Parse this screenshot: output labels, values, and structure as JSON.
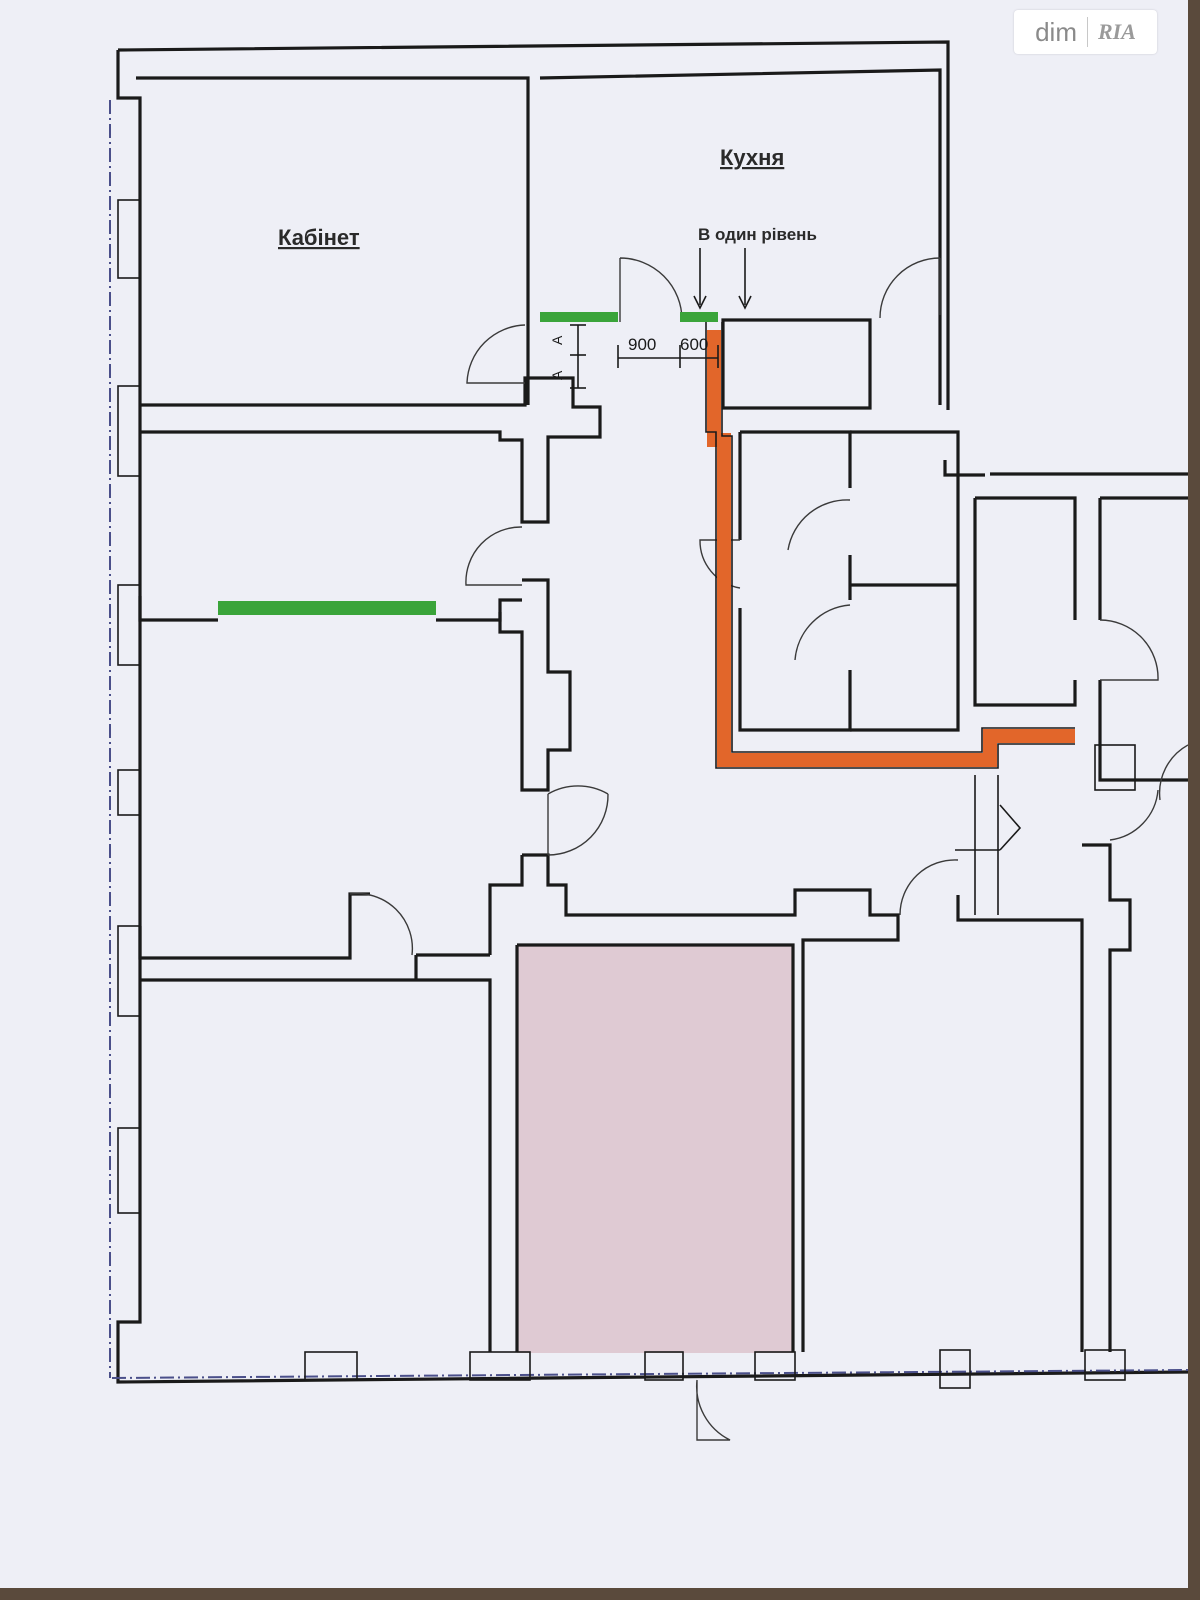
{
  "watermark": {
    "text": "dim",
    "brand": "RIA"
  },
  "labels": {
    "office": "Кабінет",
    "kitchen": "Кухня",
    "level_note": "В один рівень",
    "dim_900": "900",
    "dim_600": "600",
    "mark_a1": "A",
    "mark_a2": "A"
  },
  "colors": {
    "paper": "#eeeff6",
    "wall": "#1a1a1a",
    "new_wall_green": "#3aa43a",
    "new_wall_orange": "#e2662a",
    "highlight_room": "#dcc3cc"
  }
}
